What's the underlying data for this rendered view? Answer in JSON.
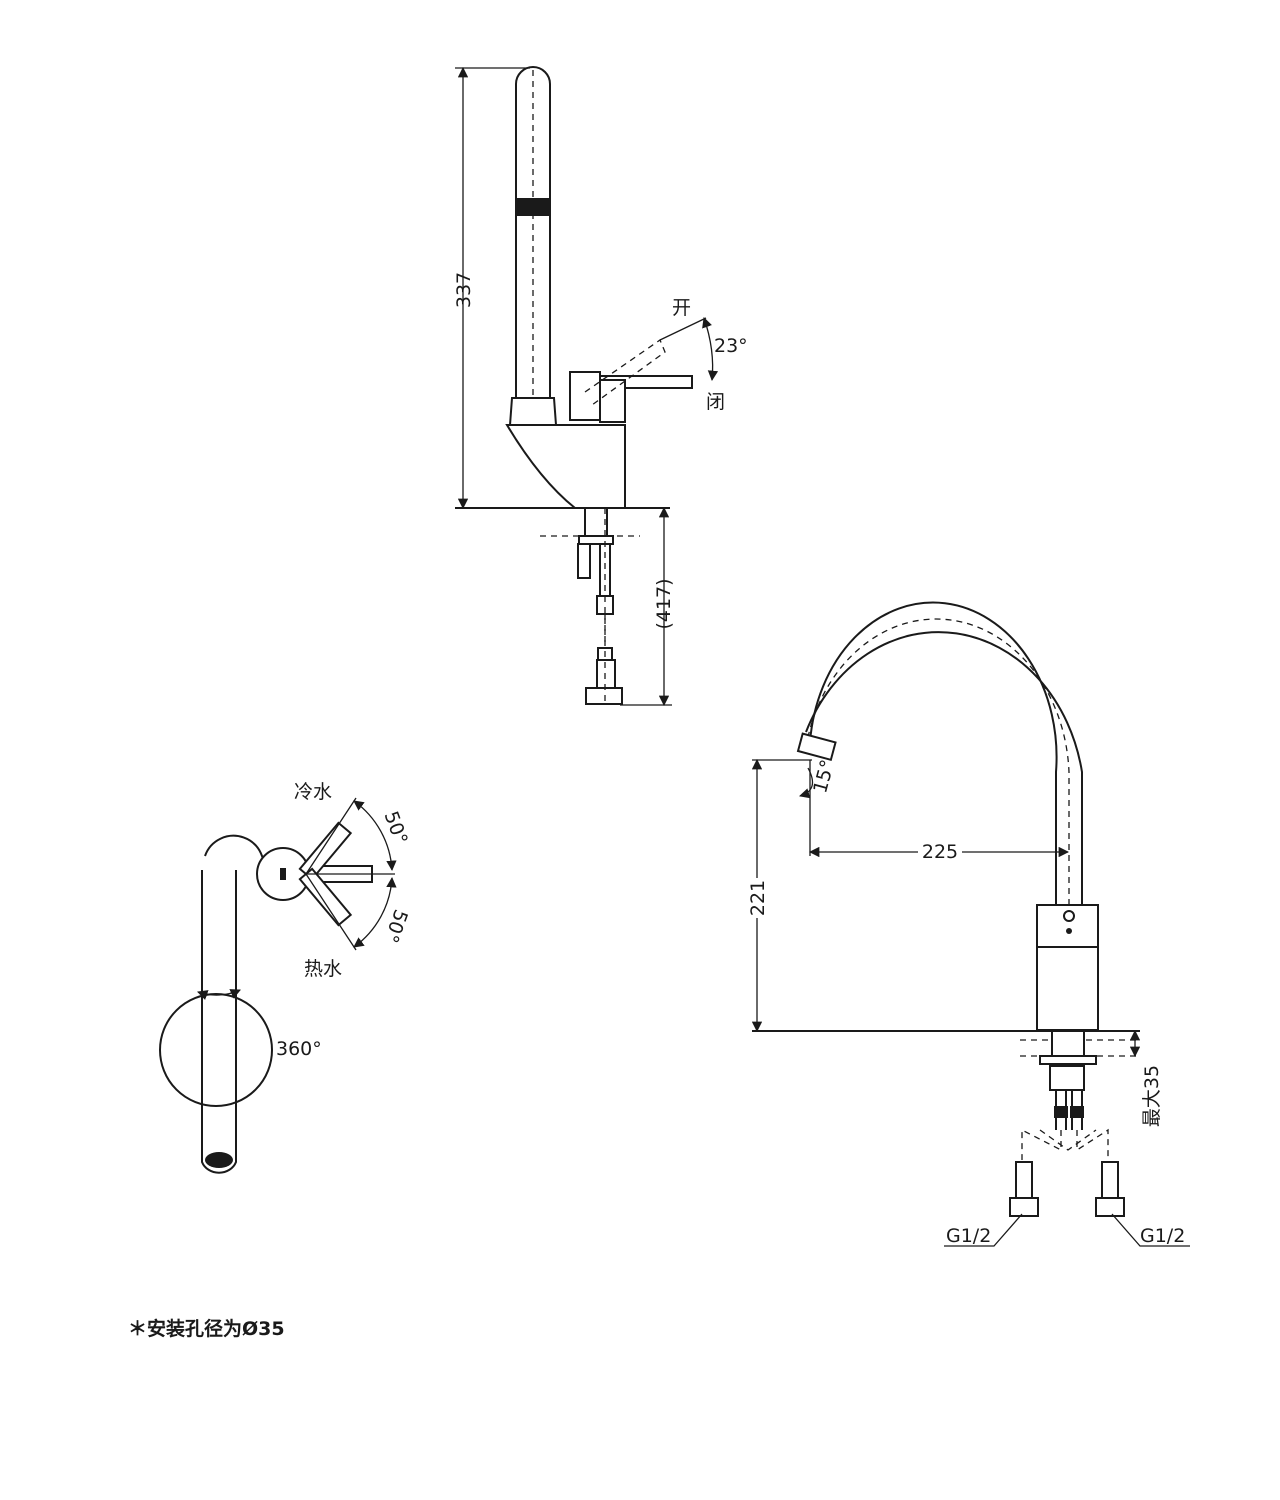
{
  "side_view": {
    "height_dim": "337",
    "depth_dim": "(417)",
    "open_label": "开",
    "close_label": "闭",
    "lever_angle": "23°"
  },
  "top_view": {
    "cold_label": "冷水",
    "hot_label": "热水",
    "cold_angle": "50°",
    "hot_angle": "50°",
    "swivel_angle": "360°"
  },
  "front_view": {
    "spout_reach": "225",
    "spout_height": "221",
    "spout_angle": "15°",
    "max_counter": "最大35",
    "inlet_left": "G1/2",
    "inlet_right": "G1/2"
  },
  "note": "＊安装孔径为Ø35"
}
